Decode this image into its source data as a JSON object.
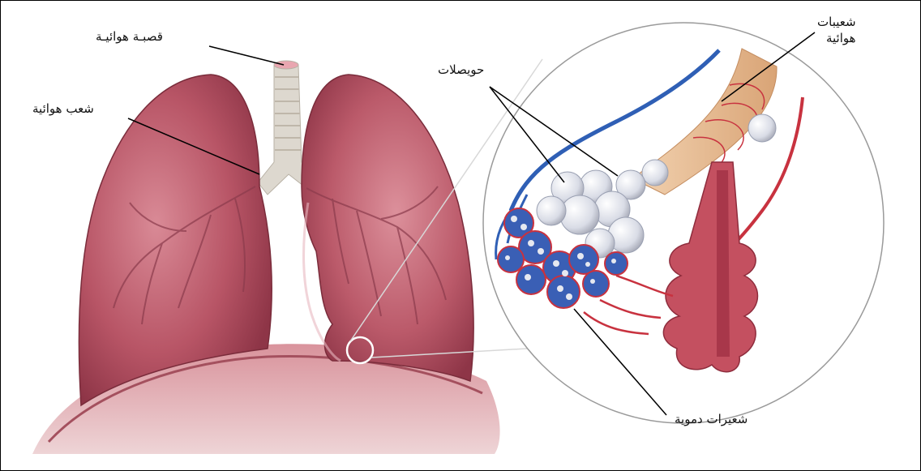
{
  "labels": {
    "trachea": "قصبـة هوائيـة",
    "bronchus": "شعب هوائية",
    "alveoli": "حويصلات",
    "bronchioles_line1": "شعيبات",
    "bronchioles_line2": "هوائية",
    "capillaries": "شعيرات دموية"
  },
  "colors": {
    "lung": "#b85566",
    "lung_shadow": "#8e3547",
    "trachea": "#d9d4cc",
    "diaphragm": "#c27a84",
    "vein_blue": "#2f5fb5",
    "artery_red": "#c8323f",
    "alveolus": "#e4e6ee",
    "bronchiole": "#e5b98f"
  }
}
